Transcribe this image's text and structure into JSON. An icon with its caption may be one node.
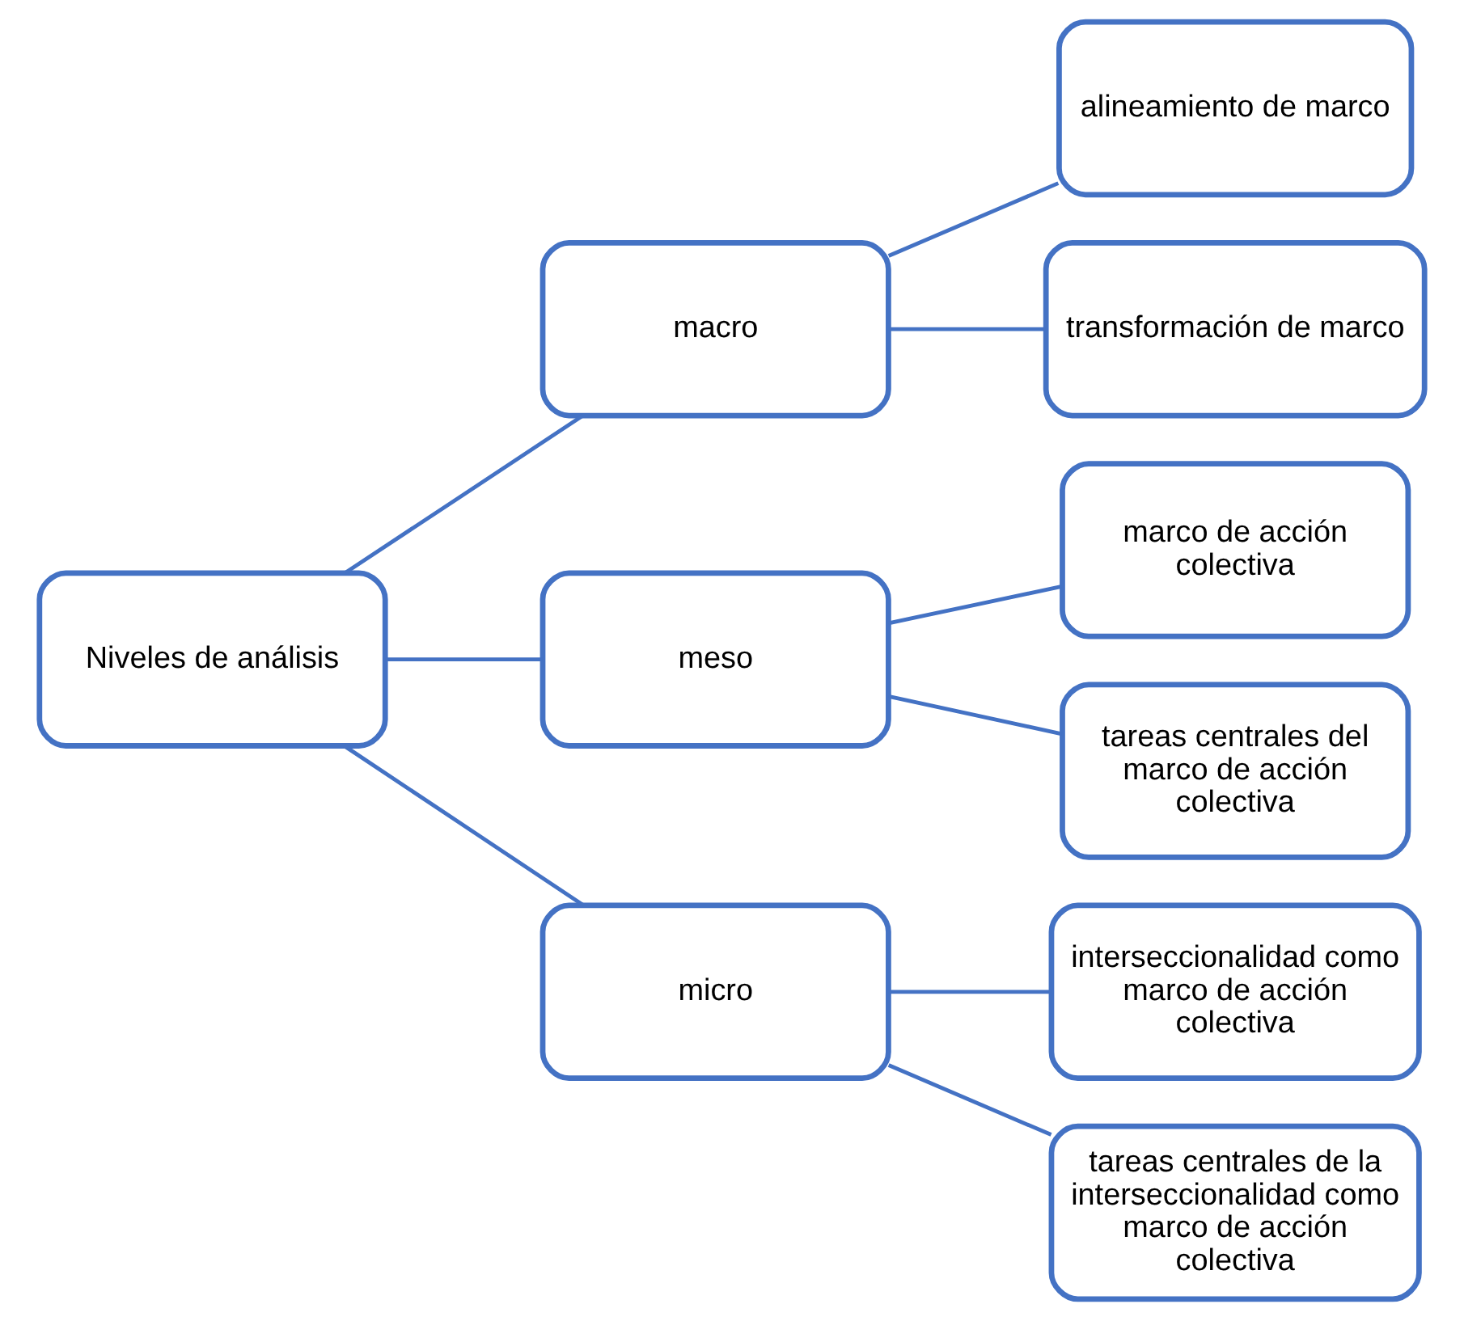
{
  "diagram": {
    "nodes": [
      {
        "text": [
          "Niveles de análisis"
        ]
      },
      {
        "text": [
          "macro"
        ]
      },
      {
        "text": [
          "meso"
        ]
      },
      {
        "text": [
          "micro"
        ]
      },
      {
        "text": [
          "alineamiento de marco"
        ]
      },
      {
        "text": [
          "transformación de marco"
        ]
      },
      {
        "text": [
          "marco de acción colectiva"
        ]
      },
      {
        "text": [
          "tareas centrales del marco de acción colectiva"
        ]
      },
      {
        "text": [
          "interseccionalidad como marco de acción colectiva"
        ]
      },
      {
        "text": [
          "tareas centrales de la interseccionalidad como marco de acción colectiva"
        ]
      }
    ],
    "edges": [
      {
        "from": 0,
        "to": 1,
        "arrow": "none"
      },
      {
        "from": 0,
        "to": 2,
        "arrow": "none"
      },
      {
        "from": 0,
        "to": 3,
        "arrow": "none"
      },
      {
        "from": 1,
        "to": 4,
        "arrow": "none"
      },
      {
        "from": 1,
        "to": 5,
        "arrow": "none"
      },
      {
        "from": 2,
        "to": 6,
        "arrow": "none"
      },
      {
        "from": 2,
        "to": 7,
        "arrow": "none"
      },
      {
        "from": 3,
        "to": 8,
        "arrow": "none"
      },
      {
        "from": 3,
        "to": 9,
        "arrow": "none"
      }
    ]
  }
}
